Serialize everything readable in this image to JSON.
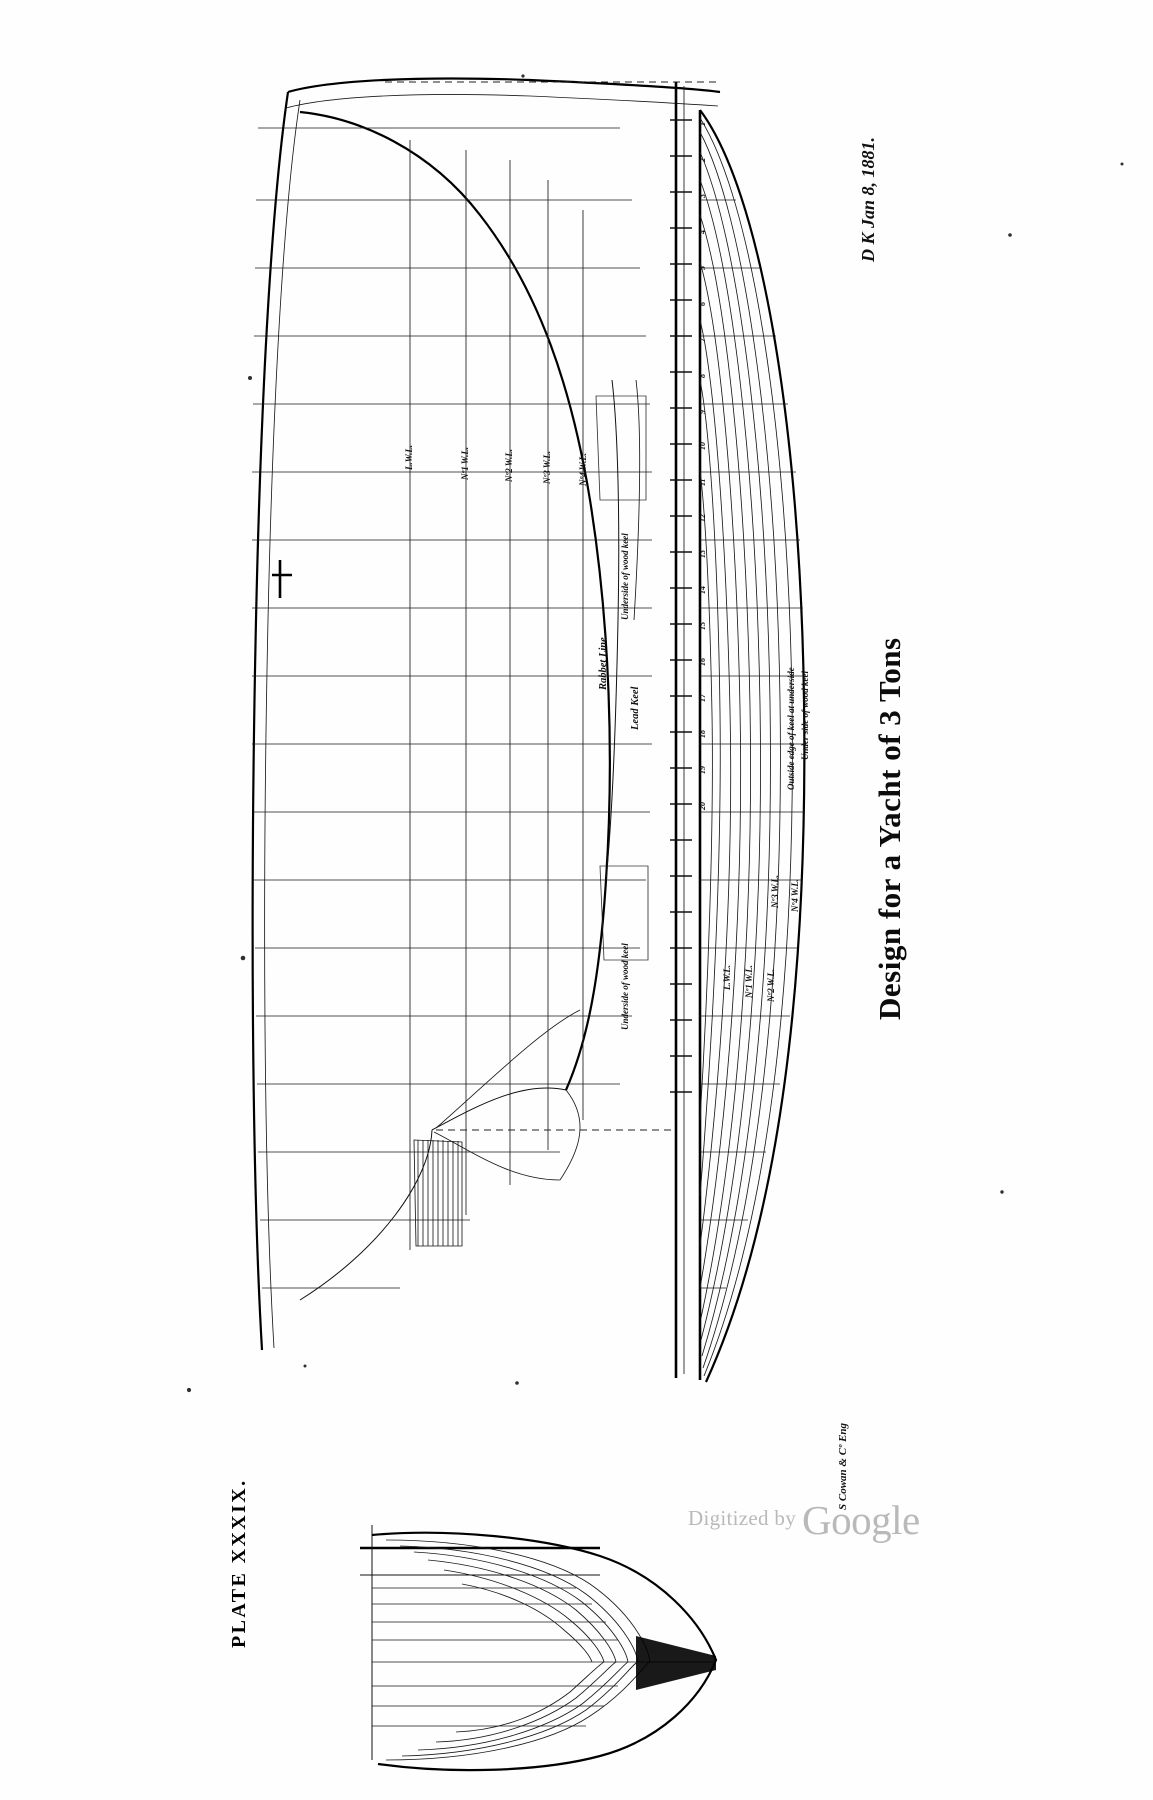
{
  "plate": {
    "label": "PLATE XXXIX."
  },
  "title": {
    "main": "Design for a Yacht of 3 Tons"
  },
  "signature": {
    "designer_date": "D K Jan 8, 1881."
  },
  "credit": {
    "engraver": "S Cowan & Cº Eng"
  },
  "watermark": {
    "prefix": "Digitized by",
    "brand": "Google"
  },
  "sheer_plan": {
    "name": "sheer-plan",
    "waterlines": [
      {
        "id": "lwl",
        "label": "L.W.L."
      },
      {
        "id": "wl1",
        "label": "Nº1 W.L."
      },
      {
        "id": "wl2",
        "label": "Nº2 W.L."
      },
      {
        "id": "wl3",
        "label": "Nº3 W.L."
      },
      {
        "id": "wl4",
        "label": "Nº4 W.L."
      }
    ],
    "annotations": [
      {
        "id": "rabbet-line",
        "label": "Rabbet Line"
      },
      {
        "id": "lead-keel",
        "label": "Lead Keel"
      },
      {
        "id": "underside-wood-keel-mid",
        "label": "Underside of wood keel"
      },
      {
        "id": "underside-wood-keel-aft",
        "label": "Underside of wood keel"
      }
    ],
    "station_numbers": [
      "1",
      "2",
      "3",
      "4",
      "5",
      "6",
      "7",
      "8",
      "9",
      "10",
      "11",
      "12",
      "13",
      "14",
      "15",
      "16",
      "17",
      "18",
      "19",
      "20"
    ]
  },
  "half_breadth_plan": {
    "name": "half-breadth-plan",
    "waterlines": [
      {
        "id": "hb-lwl",
        "label": "L.W.L."
      },
      {
        "id": "hb-wl1",
        "label": "Nº1 W.L."
      },
      {
        "id": "hb-wl2",
        "label": "Nº2 W.L."
      },
      {
        "id": "hb-wl3",
        "label": "Nº3 W.L."
      },
      {
        "id": "hb-wl4",
        "label": "Nº4 W.L."
      }
    ],
    "annotations": [
      {
        "id": "outside-edge-keel",
        "label": "Outside edge of keel at underside"
      },
      {
        "id": "under-side-keel",
        "label": "Under side of wood keel"
      }
    ]
  },
  "body_plan": {
    "name": "body-plan",
    "label": ""
  },
  "colors": {
    "ink": "#111111",
    "paper": "#fefefe",
    "watermark": "#b9b9b9"
  }
}
